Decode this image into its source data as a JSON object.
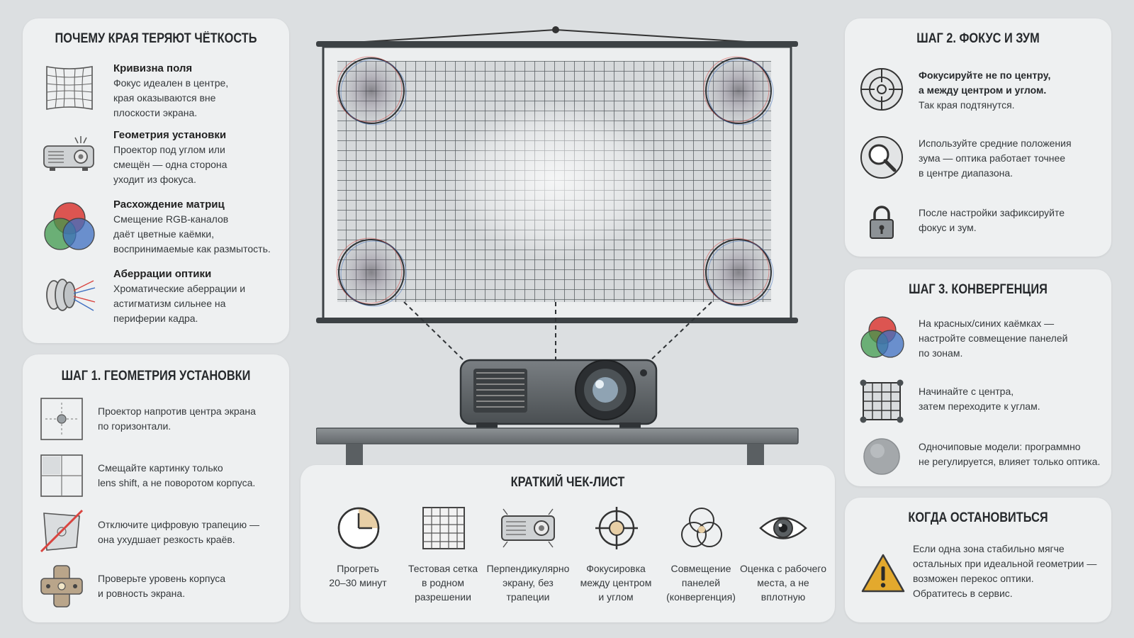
{
  "causes": {
    "title": "ПОЧЕМУ КРАЯ ТЕРЯЮТ ЧЁТКОСТЬ",
    "items": [
      {
        "icon": "curved-grid-icon",
        "title": "Кривизна поля",
        "lines": [
          "Фокус идеален в центре,",
          "края оказываются вне",
          "плоскости экрана."
        ]
      },
      {
        "icon": "tilted-projector-icon",
        "title": "Геометрия установки",
        "lines": [
          "Проектор под углом или",
          "смещён — одна сторона",
          "уходит из фокуса."
        ]
      },
      {
        "icon": "rgb-circles-icon",
        "title": "Расхождение матриц",
        "lines": [
          "Смещение RGB-каналов",
          "даёт цветные каёмки,",
          "воспринимаемые как размытость."
        ]
      },
      {
        "icon": "lens-aberration-icon",
        "title": "Аберрации оптики",
        "lines": [
          "Хроматические аберрации и",
          "астигматизм сильнее на",
          "периферии кадра."
        ]
      }
    ]
  },
  "step1": {
    "title": "ШАГ 1. ГЕОМЕТРИЯ УСТАНОВКИ",
    "items": [
      {
        "icon": "center-target-icon",
        "lines": [
          "Проектор напротив центра экрана",
          "по горизонтали."
        ]
      },
      {
        "icon": "lens-shift-icon",
        "lines": [
          "Смещайте картинку только",
          "lens shift, а не поворотом корпуса."
        ]
      },
      {
        "icon": "no-keystone-icon",
        "lines": [
          "Отключите цифровую трапецию —",
          "она ухудшает резкость краёв."
        ]
      },
      {
        "icon": "level-icon",
        "lines": [
          "Проверьте уровень корпуса",
          "и ровность экрана."
        ]
      }
    ]
  },
  "step2": {
    "title": "ШАГ 2. ФОКУС И ЗУМ",
    "items": [
      {
        "icon": "focus-target-icon",
        "strong": [
          "Фокусируйте не по центру,",
          "а между центром и углом."
        ],
        "lines": [
          "Так края подтянутся."
        ]
      },
      {
        "icon": "magnifier-icon",
        "strong": [],
        "lines": [
          "Используйте средние положения",
          "зума — оптика работает точнее",
          "в центре диапазона."
        ]
      },
      {
        "icon": "lock-icon",
        "strong": [],
        "lines": [
          "После настройки зафиксируйте",
          "фокус и зум."
        ]
      }
    ]
  },
  "step3": {
    "title": "ШАГ 3. КОНВЕРГЕНЦИЯ",
    "items": [
      {
        "icon": "rgb-circles-icon",
        "lines": [
          "На красных/синих каёмках —",
          "настройте совмещение панелей",
          "по зонам."
        ]
      },
      {
        "icon": "zone-grid-icon",
        "lines": [
          "Начинайте с центра,",
          "затем переходите к углам."
        ]
      },
      {
        "icon": "single-chip-icon",
        "lines": [
          "Одночиповые модели: программно",
          "не регулируется, влияет только оптика."
        ]
      }
    ]
  },
  "stop": {
    "title": "КОГДА ОСТАНОВИТЬСЯ",
    "icon": "warning-icon",
    "lines": [
      "Если одна зона стабильно мягче",
      "остальных при идеальной геометрии —",
      "возможен перекос оптики.",
      "Обратитесь в сервис."
    ]
  },
  "checklist": {
    "title": "КРАТКИЙ ЧЕК-ЛИСТ",
    "items": [
      {
        "icon": "warmup-clock-icon",
        "lines": [
          "Прогреть",
          "20–30 минут"
        ]
      },
      {
        "icon": "test-grid-icon",
        "lines": [
          "Тестовая сетка",
          "в родном",
          "разрешении"
        ]
      },
      {
        "icon": "perpendicular-projector-icon",
        "lines": [
          "Перпендикулярно",
          "экрану, без",
          "трапеции"
        ]
      },
      {
        "icon": "crosshair-icon",
        "lines": [
          "Фокусировка",
          "между центром",
          "и углом"
        ]
      },
      {
        "icon": "convergence-icon",
        "lines": [
          "Совмещение",
          "панелей",
          "(конвергенция)"
        ]
      },
      {
        "icon": "eye-icon",
        "lines": [
          "Оценка с рабочего",
          "места, а не",
          "вплотную"
        ]
      }
    ]
  },
  "colors": {
    "panel": "#eef0f1",
    "background": "#dcdfe1",
    "red": "#d9443f",
    "green": "#3f9a4c",
    "blue": "#3e6fc0",
    "warning": "#e3a92d"
  }
}
